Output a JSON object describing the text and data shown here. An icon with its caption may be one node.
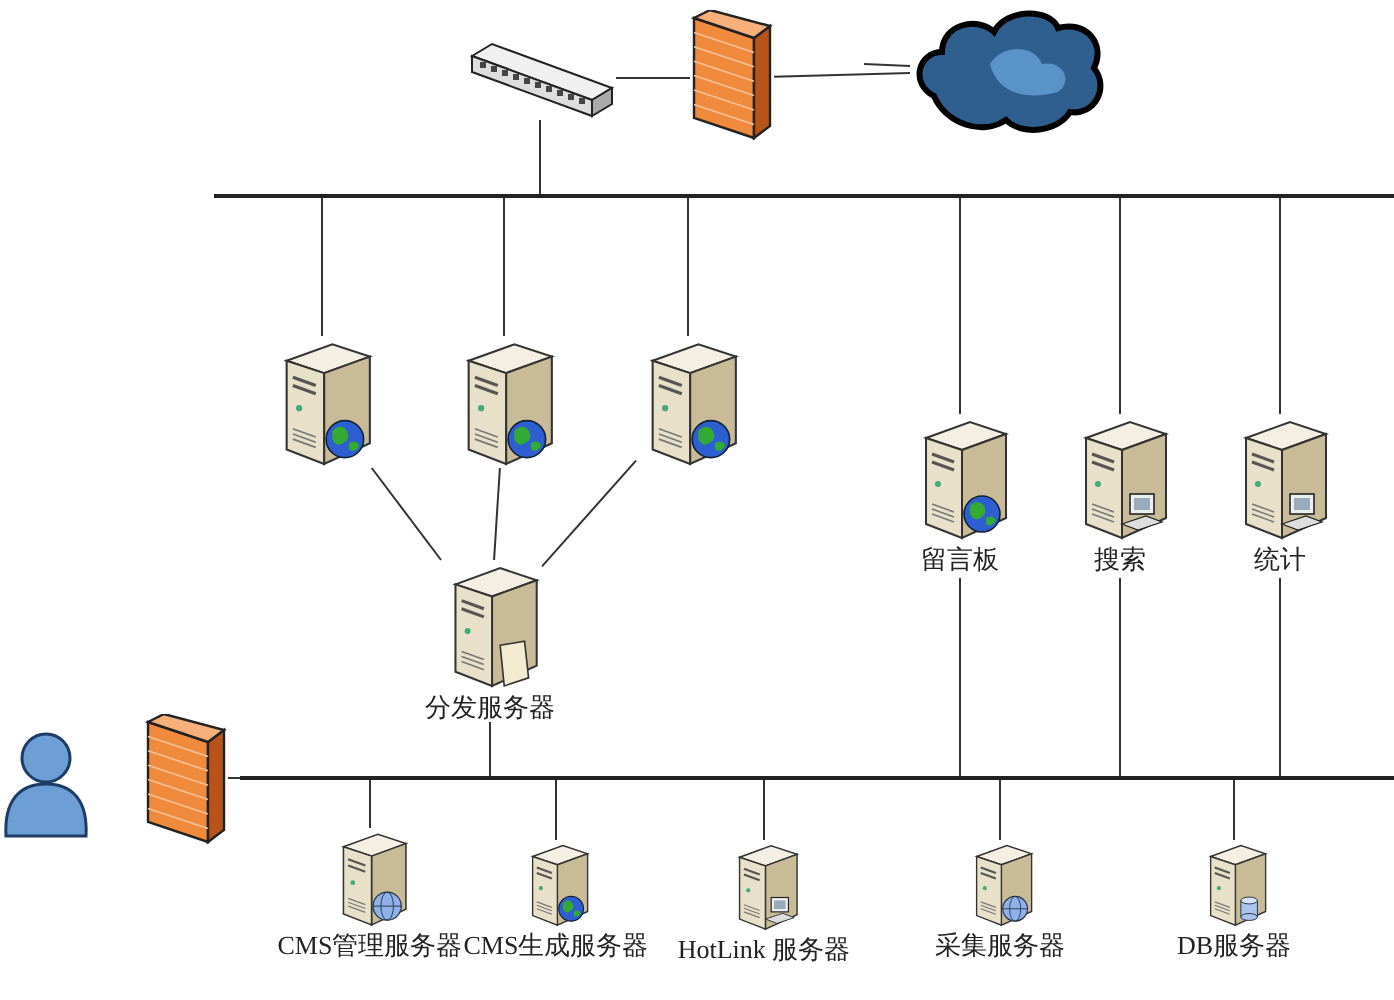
{
  "diagram": {
    "nodes": [
      {
        "text": [],
        "shape": "picture"
      },
      {
        "text": [],
        "shape": "picture"
      },
      {
        "text": [],
        "shape": "cloud"
      },
      {
        "text": [],
        "shape": "bar"
      },
      {
        "text": [],
        "shape": "picture"
      },
      {
        "text": [],
        "shape": "picture"
      },
      {
        "text": [],
        "shape": "picture"
      },
      {
        "text": [
          "分发服务器"
        ]
      },
      {
        "text": [
          "留言板"
        ]
      },
      {
        "text": [
          "搜索"
        ]
      },
      {
        "text": [
          "统计"
        ]
      },
      {
        "text": [],
        "shape": "person"
      },
      {
        "text": [],
        "shape": "picture"
      },
      {
        "text": [],
        "shape": "bar"
      },
      {
        "text": [
          "CMS管理服务器"
        ]
      },
      {
        "text": [
          "CMS生成服务器"
        ]
      },
      {
        "text": [
          "HotLink 服务器"
        ]
      },
      {
        "text": [
          "采集服务器"
        ]
      },
      {
        "text": [
          "DB服务器"
        ]
      }
    ],
    "edges": [
      {
        "from": 0,
        "to": 1,
        "arrow": "none"
      },
      {
        "from": 1,
        "to": 2,
        "arrow": "none"
      },
      {
        "from": null,
        "to": 2,
        "arrow": "none"
      },
      {
        "from": 0,
        "to": 3,
        "arrow": "none"
      },
      {
        "from": 3,
        "to": 4,
        "arrow": "none"
      },
      {
        "from": 3,
        "to": 5,
        "arrow": "none"
      },
      {
        "from": 3,
        "to": 6,
        "arrow": "none"
      },
      {
        "from": 4,
        "to": 7,
        "arrow": "none"
      },
      {
        "from": 5,
        "to": 7,
        "arrow": "none"
      },
      {
        "from": 6,
        "to": 7,
        "arrow": "none"
      },
      {
        "from": 7,
        "to": 13,
        "arrow": "none"
      },
      {
        "from": 3,
        "to": 8,
        "arrow": "none"
      },
      {
        "from": 3,
        "to": 9,
        "arrow": "none"
      },
      {
        "from": 3,
        "to": 10,
        "arrow": "none"
      },
      {
        "from": 8,
        "to": 13,
        "arrow": "none"
      },
      {
        "from": 9,
        "to": 13,
        "arrow": "none"
      },
      {
        "from": 10,
        "to": 13,
        "arrow": "none"
      },
      {
        "from": 12,
        "to": 13,
        "arrow": "none"
      },
      {
        "from": 13,
        "to": 14,
        "arrow": "none"
      },
      {
        "from": 13,
        "to": 15,
        "arrow": "none"
      },
      {
        "from": 13,
        "to": 16,
        "arrow": "none"
      },
      {
        "from": 13,
        "to": 17,
        "arrow": "none"
      },
      {
        "from": 13,
        "to": 18,
        "arrow": "none"
      }
    ]
  }
}
